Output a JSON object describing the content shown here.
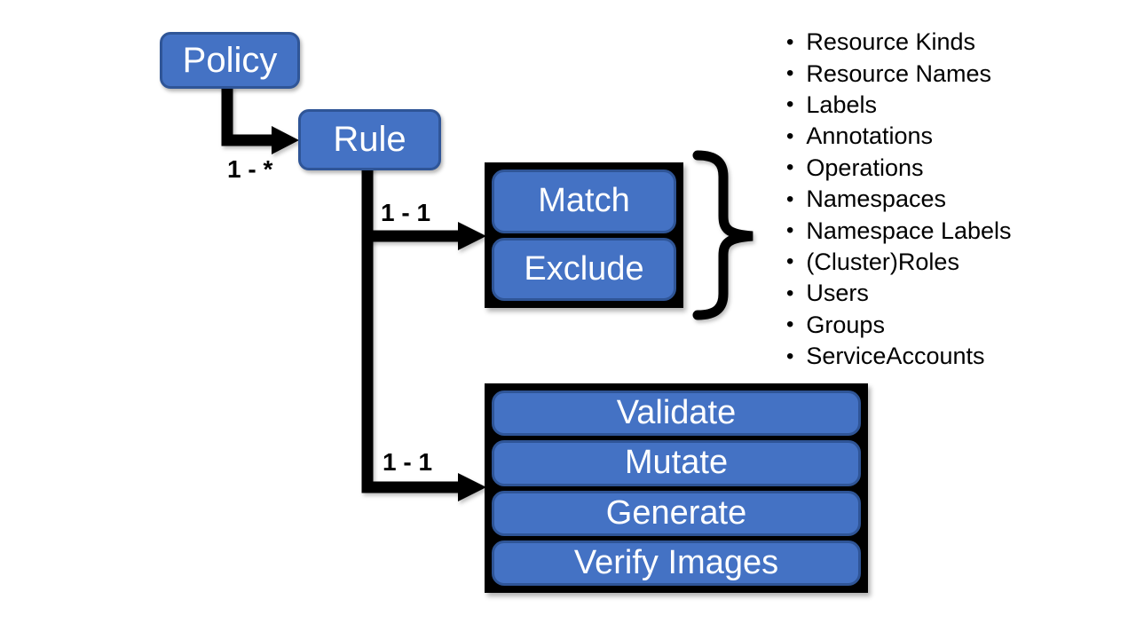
{
  "nodes": {
    "policy": "Policy",
    "rule": "Rule",
    "match": "Match",
    "exclude": "Exclude",
    "validate": "Validate",
    "mutate": "Mutate",
    "generate": "Generate",
    "verify_images": "Verify Images"
  },
  "edges": {
    "policy_to_rule": "1 - *",
    "rule_to_match_exclude": "1 - 1",
    "rule_to_actions": "1 - 1"
  },
  "criteria": {
    "items": [
      "Resource Kinds",
      "Resource Names",
      "Labels",
      "Annotations",
      "Operations",
      "Namespaces",
      "Namespace Labels",
      "(Cluster)Roles",
      "Users",
      "Groups",
      "ServiceAccounts"
    ]
  },
  "colors": {
    "node_fill": "#4472C4",
    "node_border": "#2F5597",
    "node_text": "#FFFFFF",
    "connector": "#000000",
    "group_frame": "#000000",
    "list_text": "#000000",
    "background": "#FFFFFF"
  }
}
